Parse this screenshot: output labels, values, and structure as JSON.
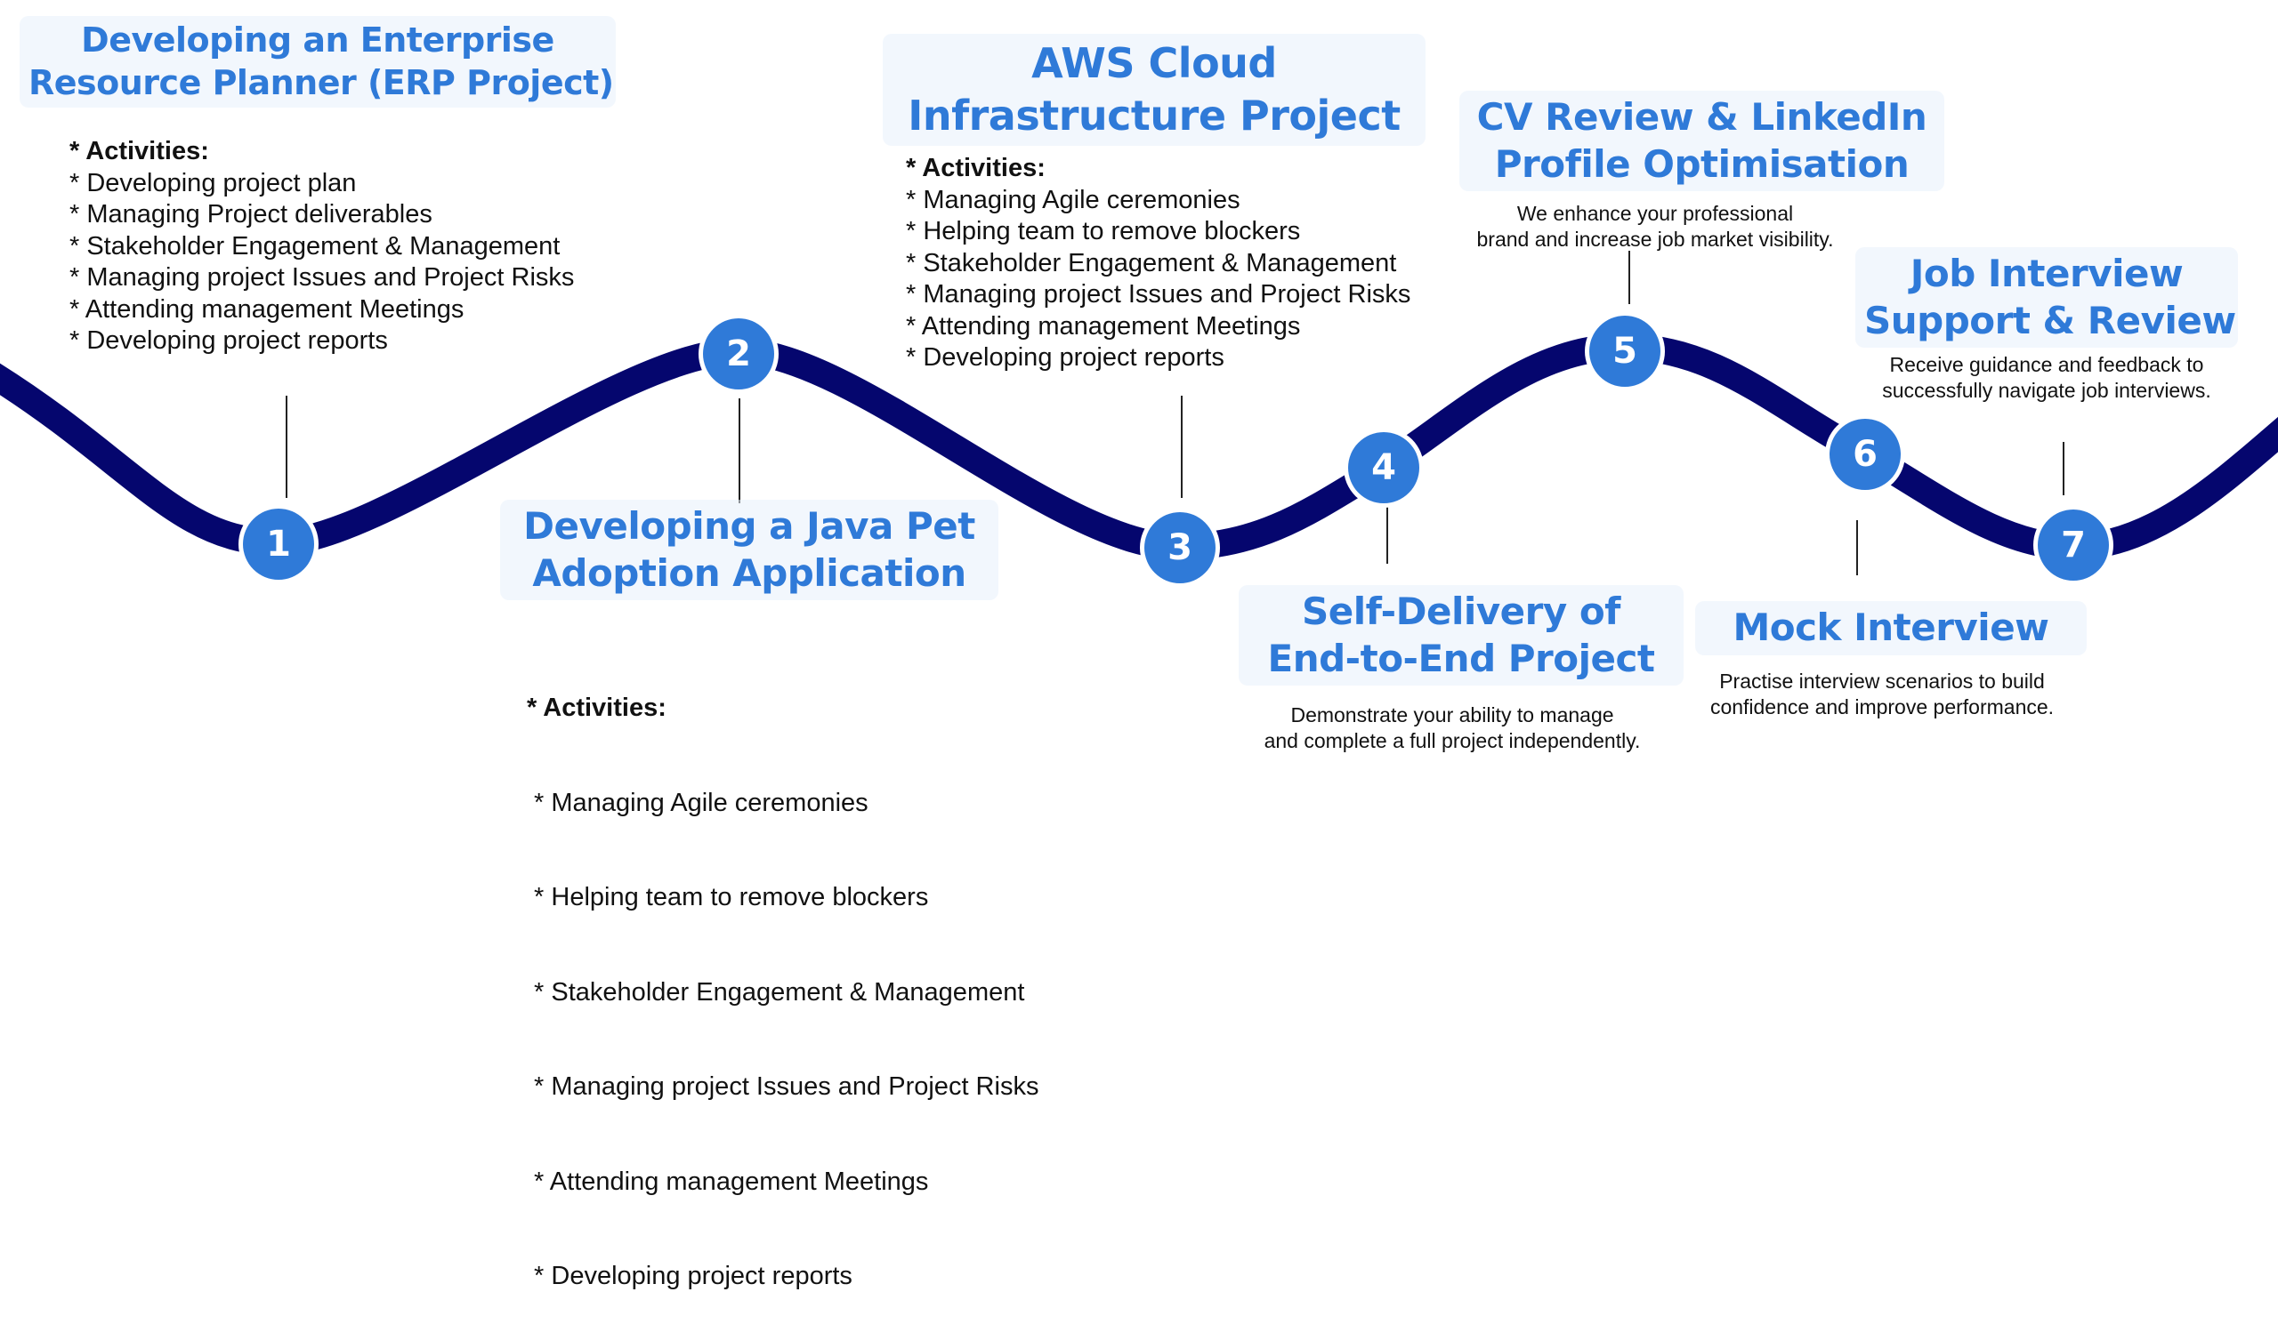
{
  "colors": {
    "accent": "#2f7ad8",
    "path": "#05066e",
    "text": "#111111"
  },
  "milestones": [
    {
      "number": "1",
      "title": [
        "Developing an Enterprise",
        "Resource Planner (ERP Project)"
      ],
      "activities": [
        "* Activities:",
        "* Developing project plan",
        "* Managing Project deliverables",
        "* Stakeholder Engagement & Management",
        "* Managing project Issues and Project Risks",
        "* Attending management Meetings",
        "* Developing project reports"
      ]
    },
    {
      "number": "2",
      "title": [
        "Developing a Java Pet",
        "Adoption Application"
      ],
      "activities": [
        "* Activities:",
        " * Managing Agile ceremonies",
        " * Helping team to remove blockers",
        " * Stakeholder Engagement & Management",
        " * Managing project Issues and Project Risks",
        " * Attending management Meetings",
        " * Developing project reports"
      ]
    },
    {
      "number": "3",
      "title": [
        "AWS Cloud",
        "Infrastructure Project"
      ],
      "activities": [
        "* Activities:",
        "* Managing Agile ceremonies",
        "* Helping team to remove blockers",
        "* Stakeholder Engagement & Management",
        "* Managing project Issues and Project Risks",
        "* Attending management Meetings",
        "* Developing project reports"
      ]
    },
    {
      "number": "4",
      "title": [
        "Self-Delivery of",
        "End-to-End Project"
      ],
      "description": [
        "Demonstrate your ability to manage",
        "and complete a full project independently."
      ]
    },
    {
      "number": "5",
      "title": [
        "CV Review & LinkedIn",
        "Profile Optimisation"
      ],
      "description": [
        "We enhance your professional",
        "brand and increase job market visibility."
      ]
    },
    {
      "number": "6",
      "title": [
        "Mock Interview"
      ],
      "description": [
        "Practise interview scenarios to build",
        "confidence and improve performance."
      ]
    },
    {
      "number": "7",
      "title": [
        "Job Interview",
        "Support & Review"
      ],
      "description": [
        "Receive guidance and feedback to",
        "successfully navigate job interviews."
      ]
    }
  ]
}
